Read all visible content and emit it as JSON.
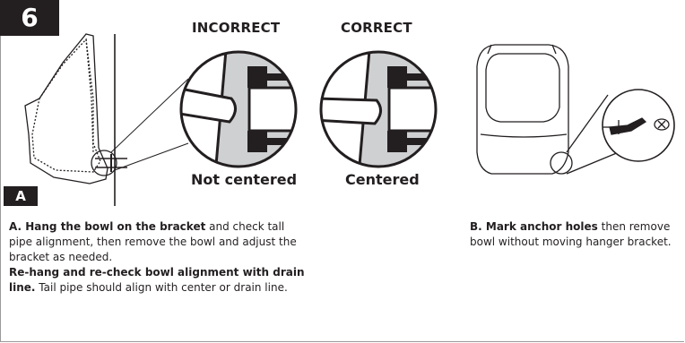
{
  "step_number": "6",
  "panel_label": "A",
  "labels": {
    "incorrect": "INCORRECT",
    "correct": "CORRECT",
    "not_centered": "Not centered",
    "centered": "Centered"
  },
  "text_a": {
    "bold_1": "A. Hang the bowl on the bracket",
    "normal_1": " and check tall pipe alignment, then remove the bowl and adjust the bracket as needed.",
    "bold_2": "Re-hang and re-check bowl alignment with drain line.",
    "normal_2": " Tail pipe should align with center or drain line."
  },
  "text_b": {
    "bold_1": "B. Mark anchor holes",
    "normal_1": " then remove bowl without moving hanger bracket."
  },
  "colors": {
    "ink": "#231f20",
    "wall_gray": "#cfd0d2"
  }
}
